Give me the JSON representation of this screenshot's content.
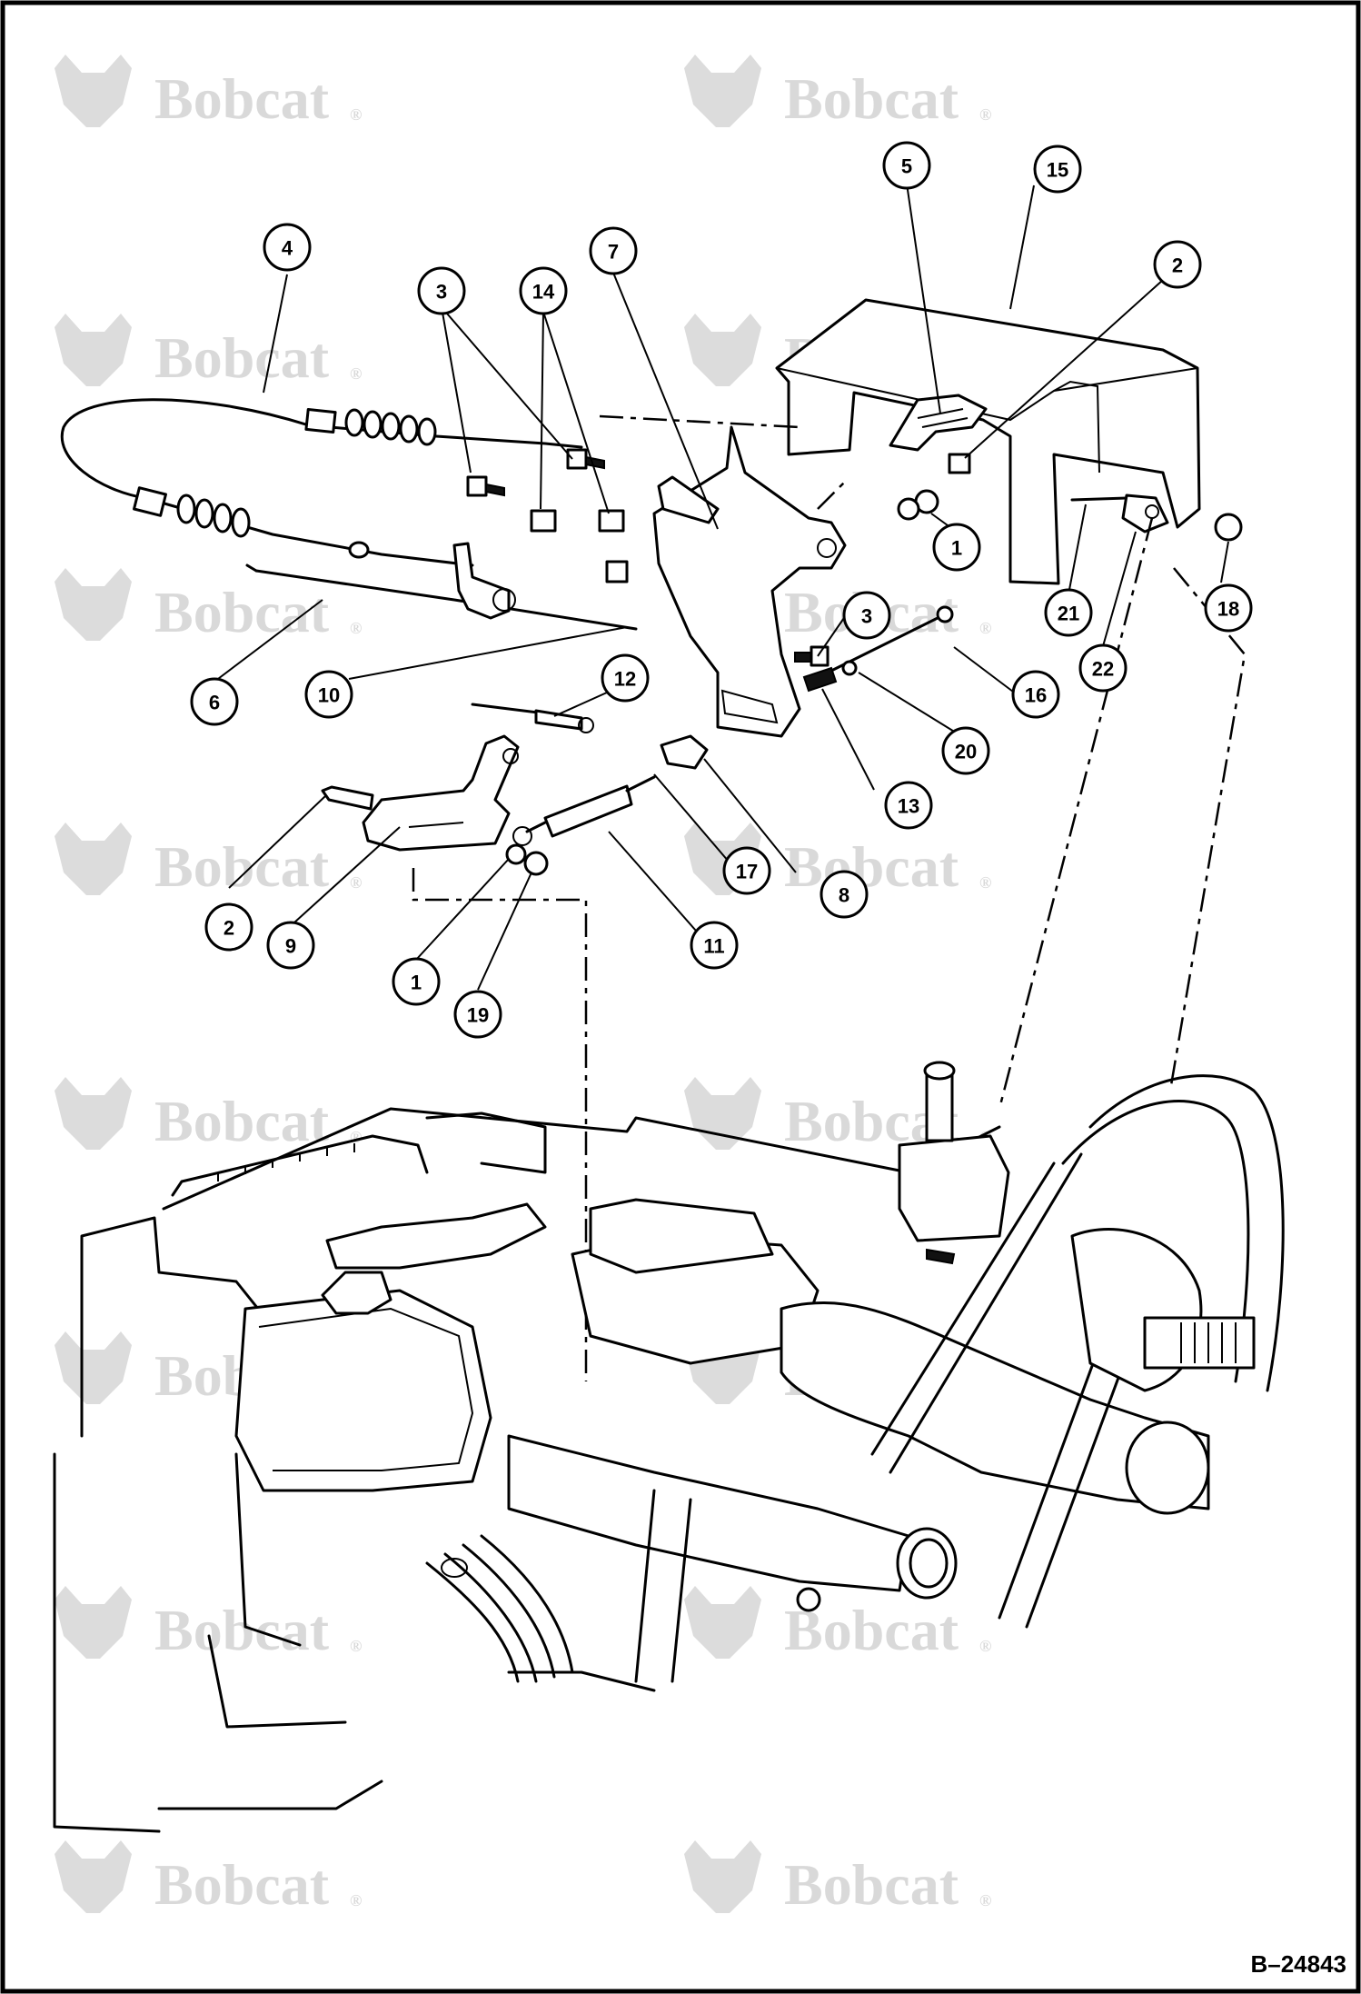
{
  "watermark": {
    "text": "Bobcat",
    "registered_mark": "®"
  },
  "callouts": [
    {
      "id": "c1a",
      "label": "1"
    },
    {
      "id": "c1b",
      "label": "1"
    },
    {
      "id": "c2a",
      "label": "2"
    },
    {
      "id": "c2b",
      "label": "2"
    },
    {
      "id": "c3a",
      "label": "3"
    },
    {
      "id": "c3b",
      "label": "3"
    },
    {
      "id": "c4",
      "label": "4"
    },
    {
      "id": "c5",
      "label": "5"
    },
    {
      "id": "c6",
      "label": "6"
    },
    {
      "id": "c7",
      "label": "7"
    },
    {
      "id": "c8",
      "label": "8"
    },
    {
      "id": "c9",
      "label": "9"
    },
    {
      "id": "c10",
      "label": "10"
    },
    {
      "id": "c11",
      "label": "11"
    },
    {
      "id": "c12",
      "label": "12"
    },
    {
      "id": "c13",
      "label": "13"
    },
    {
      "id": "c14",
      "label": "14"
    },
    {
      "id": "c15",
      "label": "15"
    },
    {
      "id": "c16",
      "label": "16"
    },
    {
      "id": "c17",
      "label": "17"
    },
    {
      "id": "c18",
      "label": "18"
    },
    {
      "id": "c19",
      "label": "19"
    },
    {
      "id": "c20",
      "label": "20"
    },
    {
      "id": "c21",
      "label": "21"
    },
    {
      "id": "c22",
      "label": "22"
    }
  ],
  "document_id": "B–24843",
  "colors": {
    "line": "#000000",
    "background": "#ffffff",
    "watermark": "#d9d9d9"
  }
}
